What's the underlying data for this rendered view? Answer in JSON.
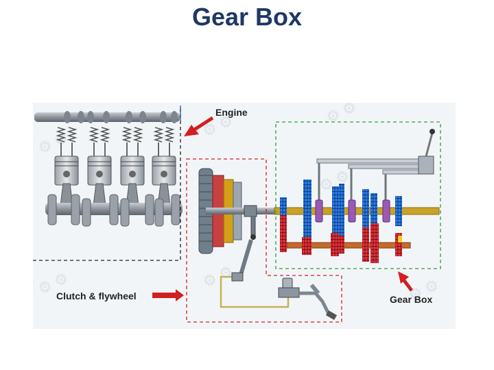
{
  "slide": {
    "title": "Gear Box"
  },
  "labels": {
    "engine": "Engine",
    "clutch": "Clutch & flywheel",
    "gearbox": "Gear Box"
  },
  "colors": {
    "title": "#1f3864",
    "engine_box": "#222222",
    "clutch_box": "#d32020",
    "gearbox_box": "#2e9e3a",
    "arrow": "#d21f1f",
    "blue_gear": "#1f6fd6",
    "red_gear": "#d8232a",
    "purple_sync": "#9b59b6",
    "shaft": "#b8860b"
  }
}
